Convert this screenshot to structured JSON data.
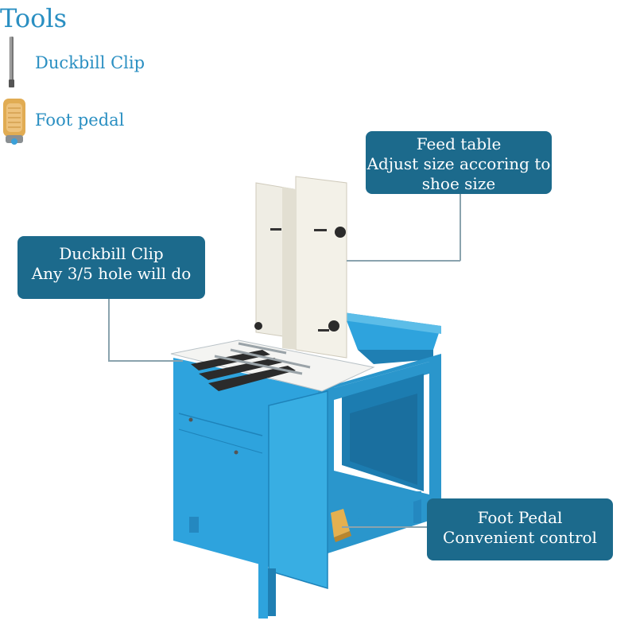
{
  "tools": {
    "title": "Tools",
    "items": [
      {
        "label": "Duckbill Clip",
        "icon": "duckbill-clip-icon"
      },
      {
        "label": "Foot pedal",
        "icon": "foot-pedal-icon"
      }
    ]
  },
  "callouts": {
    "feed_table": {
      "line1": "Feed table",
      "line2": "Adjust size accoring to",
      "line3": "shoe size"
    },
    "duckbill_clip": {
      "line1": "Duckbill Clip",
      "line2": "Any 3/5 hole will do"
    },
    "foot_pedal": {
      "line1": "Foot Pedal",
      "line2": "Convenient control"
    }
  },
  "colors": {
    "accent_text": "#2a8fc2",
    "callout_bg": "#1c6a8c",
    "machine_blue": "#2ea3dd",
    "panel_white": "#f1efe6"
  }
}
